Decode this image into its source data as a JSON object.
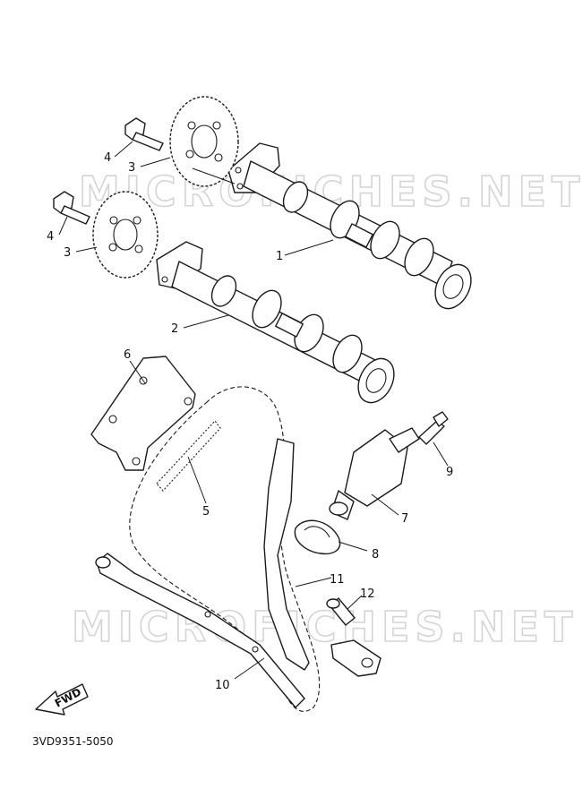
{
  "watermark": "MICROFICHES.NET",
  "fwd_label": "FWD",
  "diagram_code": "3VD9351-5050",
  "callouts": {
    "c1": "1",
    "c2": "2",
    "c3a": "3",
    "c3b": "3",
    "c4a": "4",
    "c4b": "4",
    "c5": "5",
    "c6": "6",
    "c7": "7",
    "c8": "8",
    "c9": "9",
    "c10": "10",
    "c11": "11",
    "c12": "12"
  }
}
